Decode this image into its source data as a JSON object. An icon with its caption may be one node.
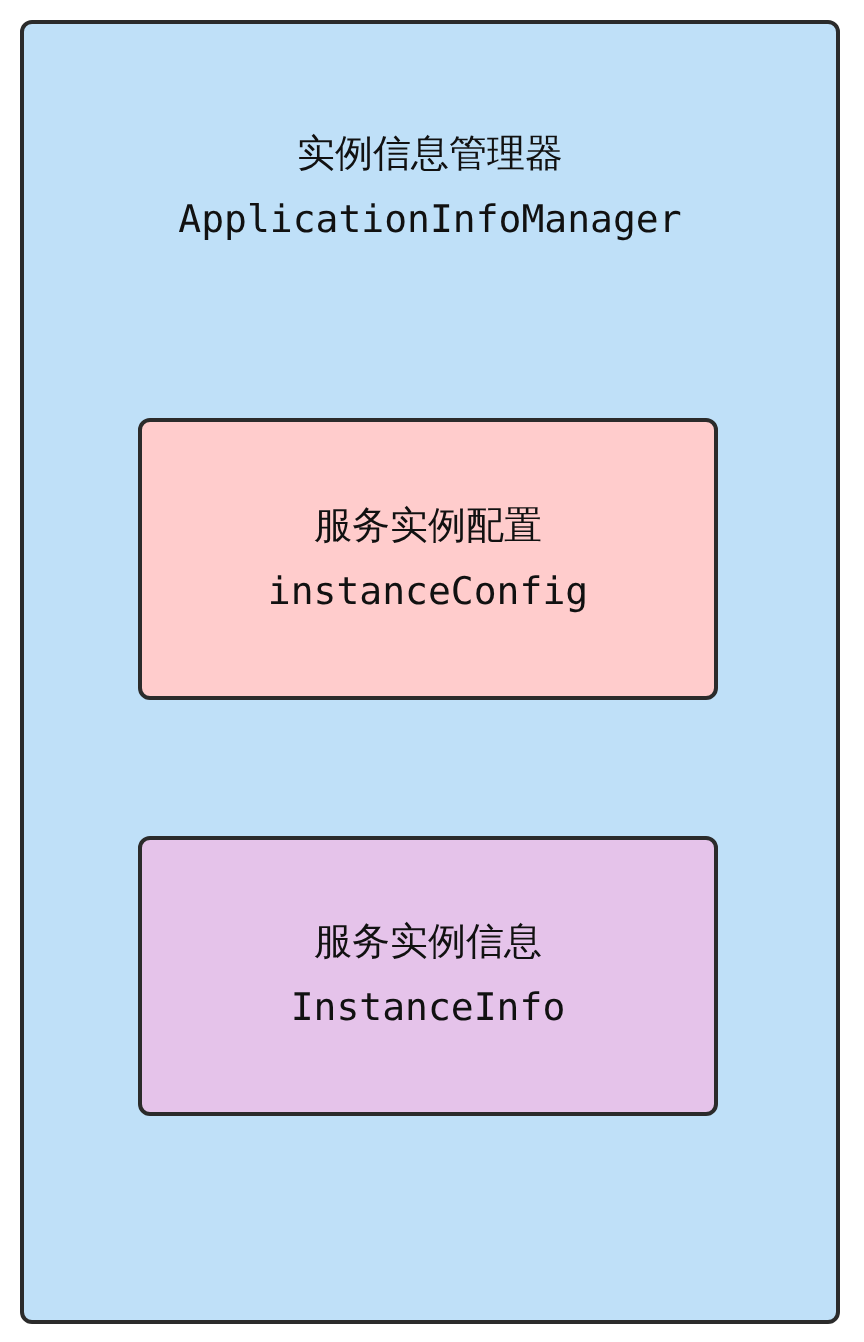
{
  "diagram": {
    "nodes": [
      {
        "text": [
          "实例信息管理器",
          "ApplicationInfoManager"
        ]
      },
      {
        "text": [
          "服务实例配置",
          "instanceConfig"
        ],
        "in": 0
      },
      {
        "text": [
          "服务实例信息",
          "InstanceInfo"
        ],
        "in": 0
      }
    ]
  }
}
